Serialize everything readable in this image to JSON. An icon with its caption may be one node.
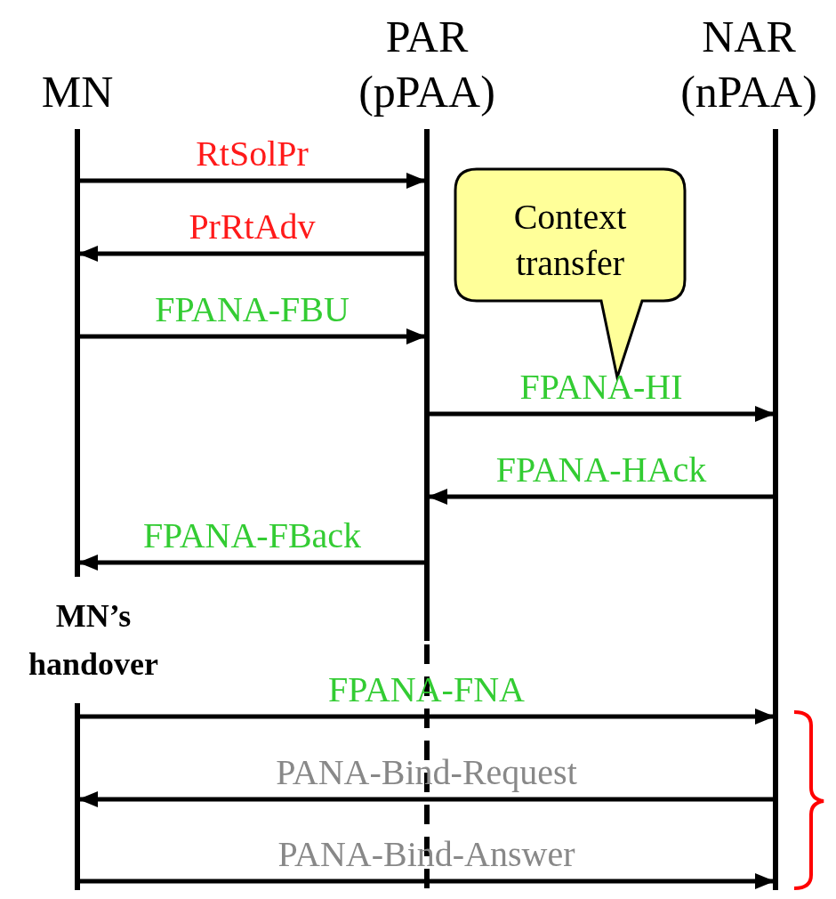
{
  "diagram": {
    "nodes": [
      {
        "text": [
          "MN"
        ]
      },
      {
        "text": [
          "PAR (pPAA)"
        ]
      },
      {
        "text": [
          "NAR (nPAA)"
        ]
      },
      {
        "text": [
          "Context transfer"
        ]
      }
    ],
    "edges": [
      {
        "from": 0,
        "to": 1,
        "arrow": "to",
        "label": "RtSolPr"
      },
      {
        "from": 1,
        "to": 0,
        "arrow": "to",
        "label": "PrRtAdv"
      },
      {
        "from": 0,
        "to": 1,
        "arrow": "to",
        "label": "FPANA-FBU"
      },
      {
        "from": 1,
        "to": 2,
        "arrow": "to",
        "label": "FPANA-HI"
      },
      {
        "from": 2,
        "to": 1,
        "arrow": "to",
        "label": "FPANA-HAck"
      },
      {
        "from": 1,
        "to": 0,
        "arrow": "to",
        "label": "FPANA-FBack"
      },
      {
        "from": 0,
        "to": 2,
        "arrow": "to",
        "label": "FPANA-FNA"
      },
      {
        "from": 2,
        "to": 0,
        "arrow": "to",
        "label": "PANA-Bind-Request"
      },
      {
        "from": 0,
        "to": 2,
        "arrow": "to",
        "label": "PANA-Bind-Answer"
      }
    ],
    "labels": [
      "MN’s handover"
    ]
  }
}
